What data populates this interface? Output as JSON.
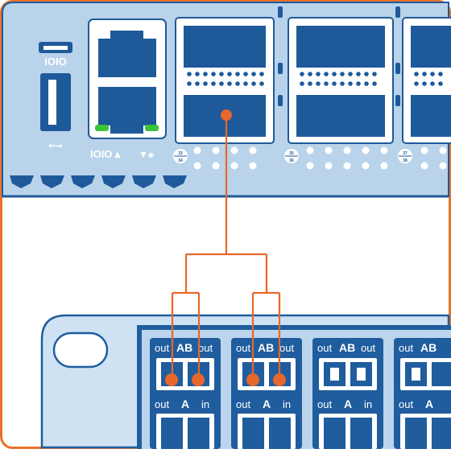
{
  "colors": {
    "border": "#e8732a",
    "switch_body": "#b9d3ea",
    "switch_stroke": "#1e5a9a",
    "port_dark": "#1e5a9a",
    "led_green": "#3cc33c",
    "cable": "#e8672a",
    "panel_body": "#cfe2f3",
    "panel_dark": "#1f5d9e"
  },
  "switch": {
    "console_symbol": "IOIO",
    "usb_symbol": "⭠⭢",
    "console_label": "IOIO▲",
    "mgmt_label": "▼⚹",
    "port_numbers": [
      "33",
      "34",
      "35",
      "36",
      "37",
      "38"
    ]
  },
  "patch_panel": {
    "cassettes": [
      {
        "top_left": "out",
        "top_mid": "AB",
        "top_right": "out",
        "bottom_left": "out",
        "bottom_mid": "A",
        "bottom_right": "in"
      },
      {
        "top_left": "out",
        "top_mid": "AB",
        "top_right": "out",
        "bottom_left": "out",
        "bottom_mid": "A",
        "bottom_right": "in"
      },
      {
        "top_left": "out",
        "top_mid": "AB",
        "top_right": "out",
        "bottom_left": "out",
        "bottom_mid": "A",
        "bottom_right": "in"
      },
      {
        "top_left": "out",
        "top_mid": "AB",
        "top_right": "",
        "bottom_left": "out",
        "bottom_mid": "A",
        "bottom_right": ""
      }
    ]
  }
}
